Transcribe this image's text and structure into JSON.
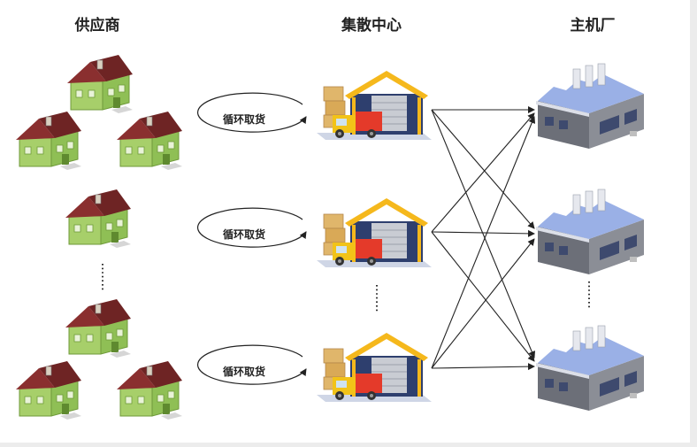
{
  "columns": {
    "suppliers": "供应商",
    "hub": "集散中心",
    "oem": "主机厂"
  },
  "loop_label": "循环取货",
  "colors": {
    "roof": "#7a2a2a",
    "wall": "#a7cf6a",
    "factory_roof": "#9ab0e6",
    "factory_wall": "#6c6f78",
    "warehouse_frame": "#f5b81c",
    "truck": "#f2c318",
    "truck_box": "#e43a2a"
  },
  "icons": [
    "house-icon",
    "warehouse-icon",
    "factory-icon"
  ]
}
